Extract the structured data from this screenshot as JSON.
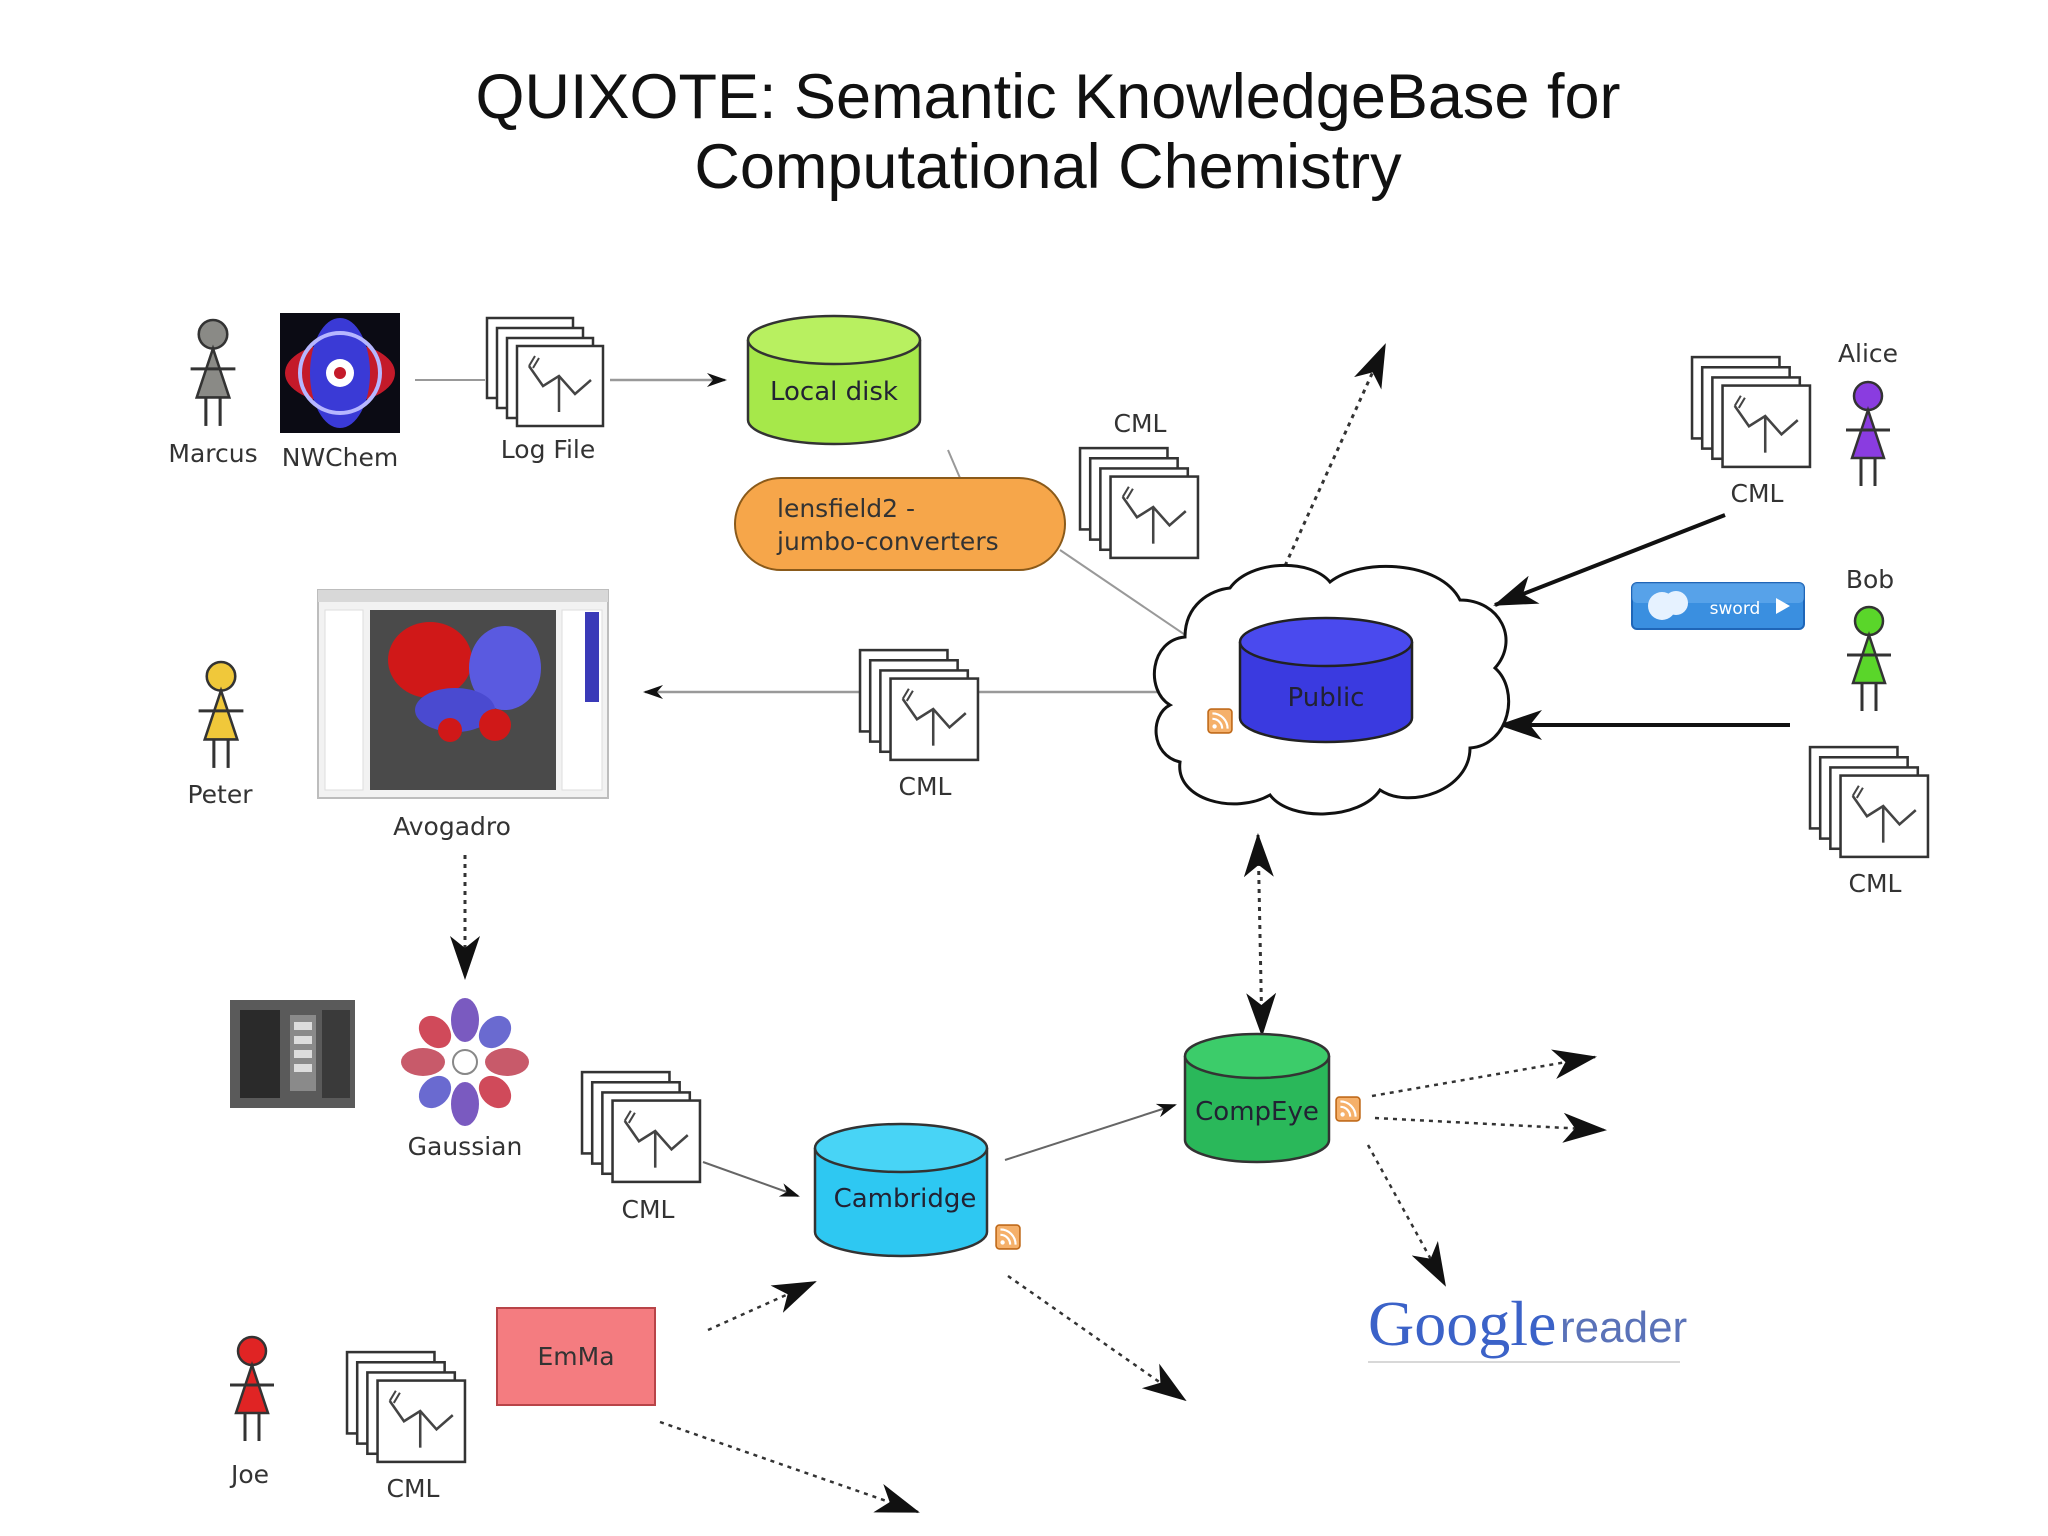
{
  "title": {
    "line1": "QUIXOTE: Semantic KnowledgeBase for",
    "line2": "Computational Chemistry"
  },
  "people": {
    "marcus": "Marcus",
    "peter": "Peter",
    "joe": "Joe",
    "alice": "Alice",
    "bob": "Bob"
  },
  "software": {
    "nwchem": "NWChem",
    "avogadro": "Avogadro",
    "gaussian": "Gaussian",
    "emma": "EmMa",
    "sword": "sword"
  },
  "files": {
    "log_file": "Log File",
    "cml": "CML"
  },
  "stores": {
    "local_disk": "Local disk",
    "public": "Public",
    "cambridge": "Cambridge",
    "compeye": "CompEye"
  },
  "converter": {
    "line1": "lensfield2 -",
    "line2": "jumbo-converters"
  },
  "google_reader": {
    "word1": "Google",
    "word2": "reader"
  },
  "colors": {
    "marcus": "#8a8a86",
    "peter": "#f0c83a",
    "joe": "#e02424",
    "alice": "#8a3ce0",
    "bob": "#5ad62a",
    "local_disk": "#a6e84a",
    "public": "#3a3ae0",
    "cambridge": "#2ec8f2",
    "compeye": "#2ab85a",
    "converter": "#f6a64a",
    "emma": "#f47c80"
  }
}
